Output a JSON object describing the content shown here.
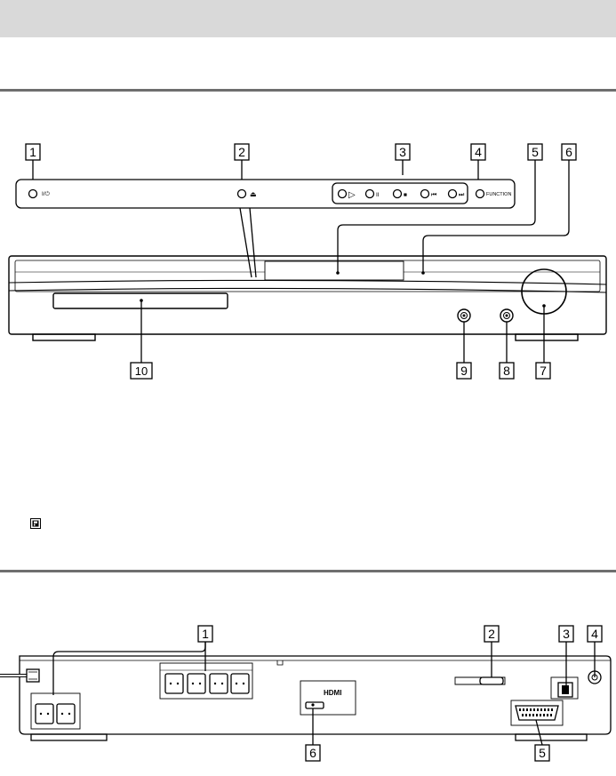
{
  "front_panel": {
    "callouts": [
      "1",
      "2",
      "3",
      "4",
      "5",
      "6",
      "7",
      "8",
      "9",
      "10"
    ],
    "button_labels": {
      "power": "I/⏻",
      "eject": "⏏",
      "play": "▷",
      "pause": "II",
      "stop": "■",
      "prev": "⏮",
      "next": "⏭",
      "function": "FUNCTION"
    }
  },
  "rear_panel": {
    "callouts": [
      "1",
      "2",
      "3",
      "4",
      "5",
      "6"
    ],
    "hdmi_logo": "HDMI"
  },
  "colors": {
    "band": "#d9d9d9",
    "rule": "#6e6e6e",
    "line": "#000000"
  },
  "icons": [
    "remote-sensor-icon"
  ]
}
